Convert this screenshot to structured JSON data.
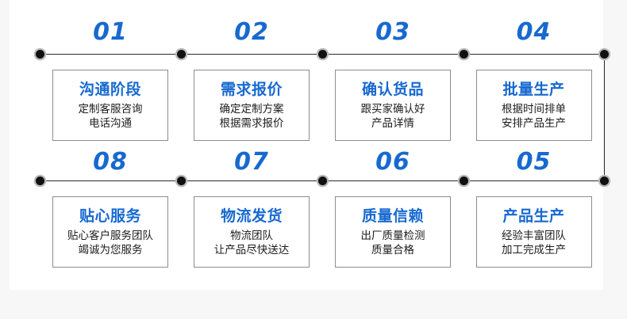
{
  "page": {
    "background_color": "#f7f7f7",
    "sheet_color": "#ffffff",
    "accent_color": "#1769d0",
    "line_color": "#2b2b2b",
    "card_border_color": "#8d8d8d",
    "body_text_color": "#1c1c1c"
  },
  "rows": [
    {
      "id": "top-row",
      "steps": [
        {
          "number": "01",
          "title": "沟通阶段",
          "lines": [
            "定制客服咨询",
            "电话沟通"
          ]
        },
        {
          "number": "02",
          "title": "需求报价",
          "lines": [
            "确定定制方案",
            "根据需求报价"
          ]
        },
        {
          "number": "03",
          "title": "确认货品",
          "lines": [
            "跟买家确认好",
            "产品详情"
          ]
        },
        {
          "number": "04",
          "title": "批量生产",
          "lines": [
            "根据时间排单",
            "安排产品生产"
          ]
        }
      ]
    },
    {
      "id": "bottom-row",
      "steps": [
        {
          "number": "08",
          "title": "贴心服务",
          "lines": [
            "贴心客户服务团队",
            "竭诚为您服务"
          ]
        },
        {
          "number": "07",
          "title": "物流发货",
          "lines": [
            "物流团队",
            "让产品尽快送达"
          ]
        },
        {
          "number": "06",
          "title": "质量信赖",
          "lines": [
            "出厂质量检测",
            "质量合格"
          ]
        },
        {
          "number": "05",
          "title": "产品生产",
          "lines": [
            "经验丰富团队",
            "加工完成生产"
          ]
        }
      ]
    }
  ]
}
